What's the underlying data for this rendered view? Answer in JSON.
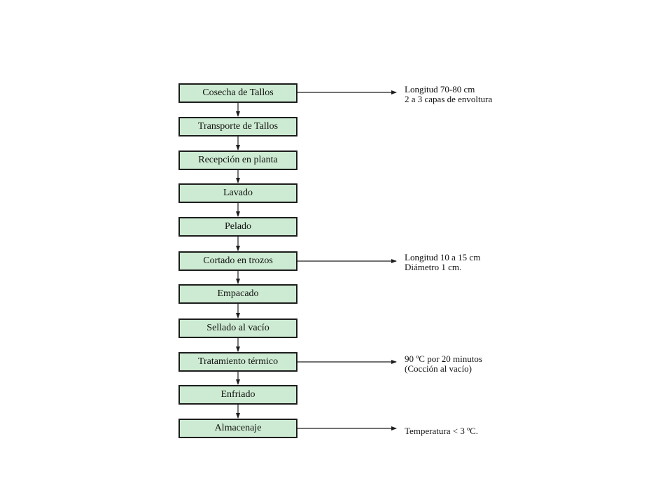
{
  "flowchart": {
    "steps": [
      "Cosecha de Tallos",
      "Transporte de Tallos",
      "Recepción en planta",
      "Lavado",
      "Pelado",
      "Cortado en trozos",
      "Empacado",
      "Sellado al vacío",
      "Tratamiento térmico",
      "Enfriado",
      "Almacenaje"
    ],
    "notes": {
      "cosecha": [
        "Longitud 70-80 cm",
        "2 a 3 capas de envoltura"
      ],
      "cortado": [
        "Longitud 10 a 15 cm",
        "Diámetro 1 cm."
      ],
      "tratamiento": [
        "90 ºC por 20 minutos",
        "(Cocción al vacío)"
      ],
      "almacenaje": [
        "Temperatura < 3 ºC."
      ]
    }
  },
  "colors": {
    "box_fill": "#cdebd2",
    "line": "#1d1d1d"
  }
}
